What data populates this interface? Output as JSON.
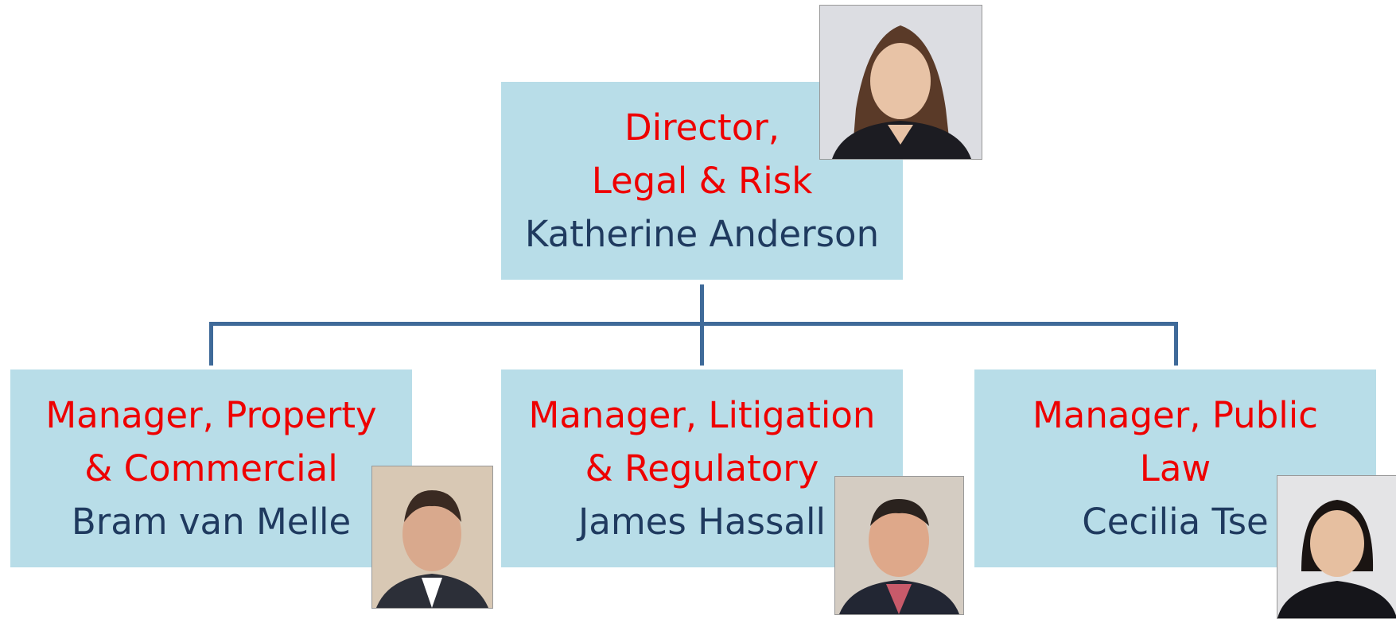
{
  "director": {
    "role_line1": "Director,",
    "role_line2": "Legal & Risk",
    "name": "Katherine Anderson"
  },
  "managers": [
    {
      "role_line1": "Manager, Property",
      "role_line2": "& Commercial",
      "name": "Bram van Melle"
    },
    {
      "role_line1": "Manager, Litigation",
      "role_line2": "& Regulatory",
      "name": "James Hassall"
    },
    {
      "role_line1": "Manager, Public",
      "role_line2": "Law",
      "name": "Cecilia Tse"
    }
  ],
  "colors": {
    "box_fill": "#b8dde8",
    "role_text": "#ee0000",
    "name_text": "#1f3a5f",
    "connector": "#3f6a99"
  },
  "icons": [
    "portrait-photo"
  ]
}
